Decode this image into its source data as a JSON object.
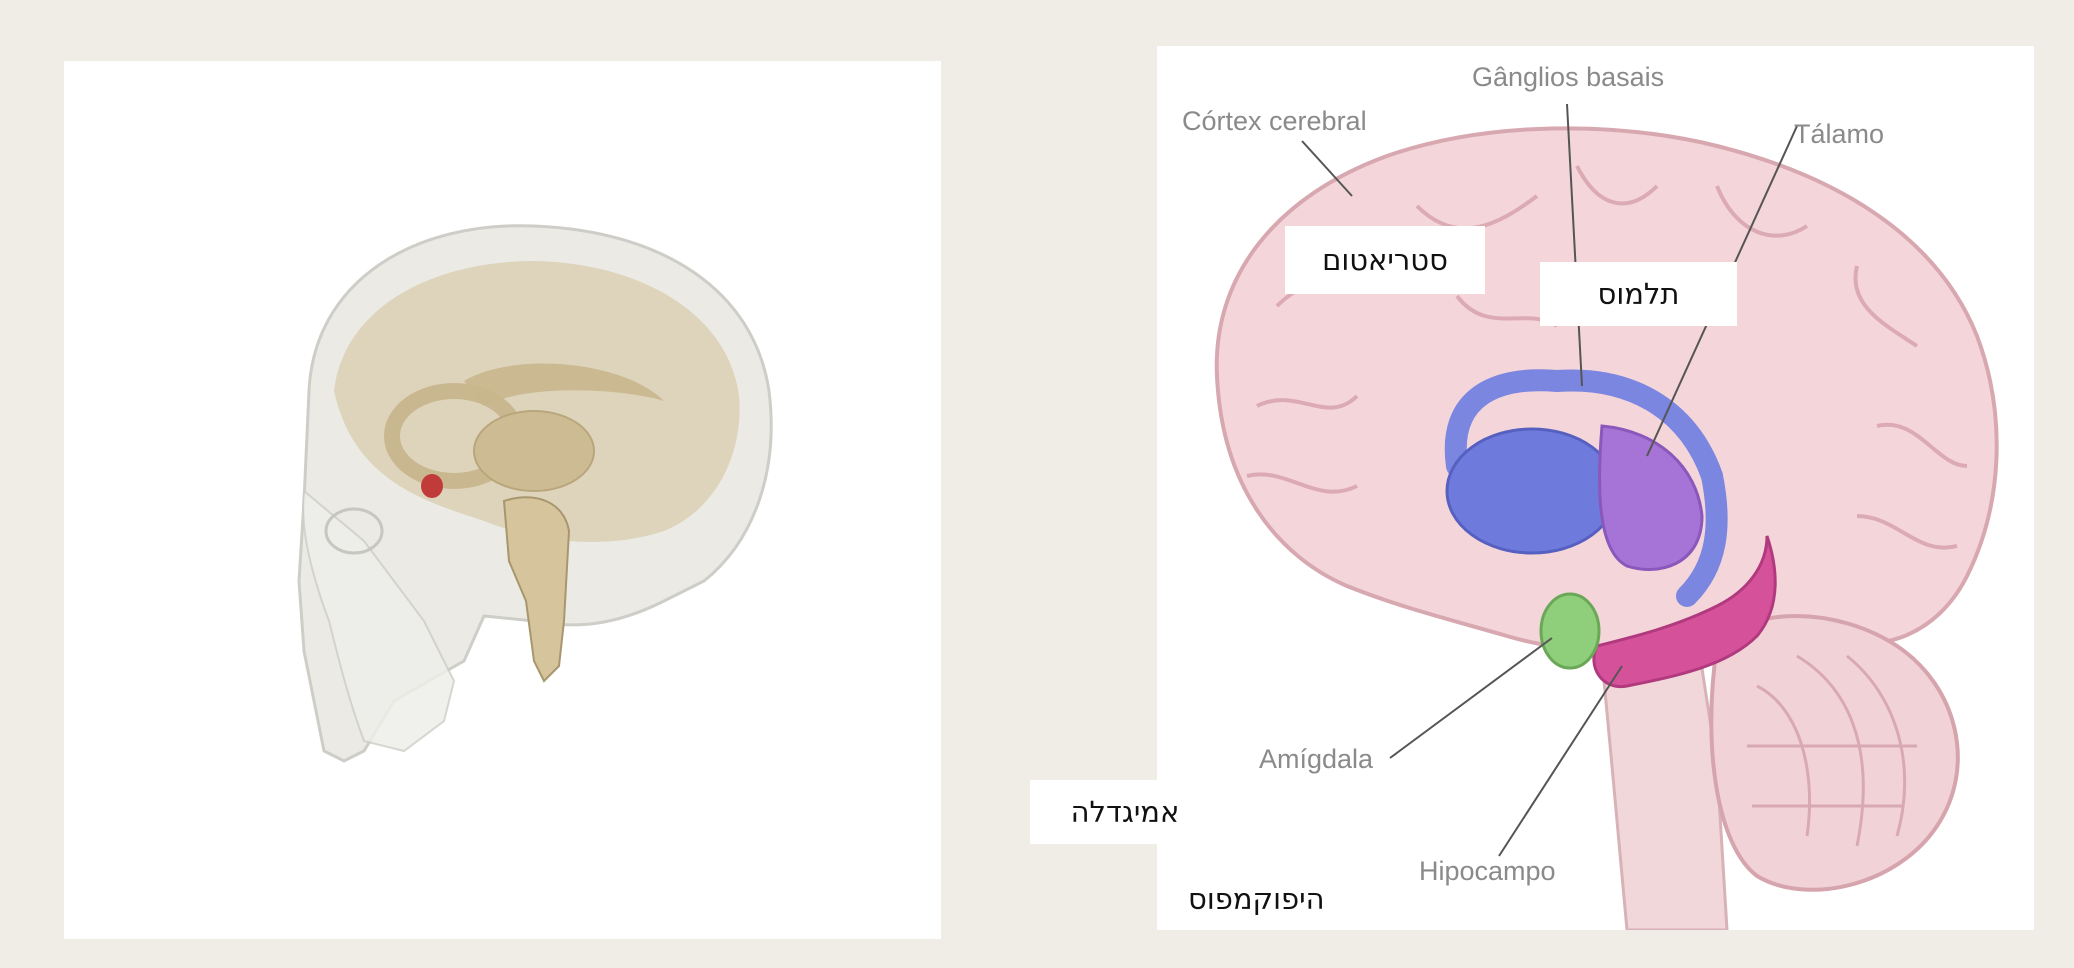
{
  "left_panel": {
    "illustration": "translucent-skull-with-limbic-brain-structures"
  },
  "right_panel": {
    "illustration": "brain-sagittal-section-limbic-system",
    "labels": {
      "cortex": "Córtex cerebral",
      "ganglia": "Gânglios basais",
      "thalamus": "Tálamo",
      "amygdala": "Amígdala",
      "hippocampus": "Hipocampo"
    },
    "colors": {
      "basal_ganglia": "#7b86e0",
      "thalamus": "#a673d6",
      "hippocampus": "#d5529a",
      "amygdala": "#8fcf7c",
      "brain": "#f4d6da"
    }
  },
  "hebrew_labels": {
    "striatum": "סטריאטום",
    "thalamus": "תלמוס",
    "amygdala": "אמיגדלה",
    "hippocampus": "היפוקמפוס"
  }
}
